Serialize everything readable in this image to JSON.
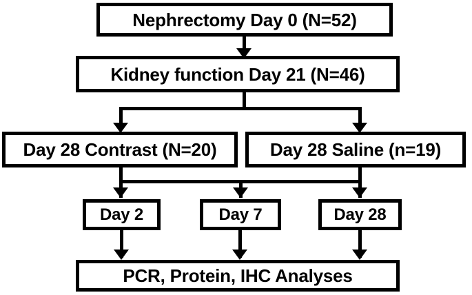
{
  "diagram": {
    "type": "flowchart",
    "orientation": "top-to-bottom",
    "style": {
      "box_fill": "#ffffff",
      "box_border": "#000000",
      "text_color": "#000000",
      "connector_color": "#000000",
      "background": "#ffffff"
    },
    "levels": [
      {
        "level": 1,
        "nodes": [
          {
            "id": "nephrectomy",
            "label": "Nephrectomy Day 0 (N=52)"
          }
        ]
      },
      {
        "level": 2,
        "nodes": [
          {
            "id": "kidney",
            "label": "Kidney function Day 21 (N=46)"
          }
        ]
      },
      {
        "level": 3,
        "nodes": [
          {
            "id": "contrast",
            "label": "Day 28 Contrast (N=20)"
          },
          {
            "id": "saline",
            "label": "Day 28 Saline (n=19)"
          }
        ]
      },
      {
        "level": 4,
        "nodes": [
          {
            "id": "day2",
            "label": "Day 2"
          },
          {
            "id": "day7",
            "label": "Day 7"
          },
          {
            "id": "day28",
            "label": "Day 28"
          }
        ]
      },
      {
        "level": 5,
        "nodes": [
          {
            "id": "analyses",
            "label": "PCR, Protein, IHC Analyses"
          }
        ]
      }
    ],
    "edges": [
      {
        "from": "nephrectomy",
        "to": "kidney",
        "kind": "arrow"
      },
      {
        "from": "kidney",
        "to": "contrast",
        "kind": "split-arrow"
      },
      {
        "from": "kidney",
        "to": "saline",
        "kind": "split-arrow"
      },
      {
        "from": "contrast",
        "to": "day2",
        "kind": "merge-arrow"
      },
      {
        "from": "contrast",
        "to": "day7",
        "kind": "merge-arrow"
      },
      {
        "from": "contrast",
        "to": "day28",
        "kind": "merge-arrow"
      },
      {
        "from": "saline",
        "to": "day2",
        "kind": "merge-arrow"
      },
      {
        "from": "saline",
        "to": "day7",
        "kind": "merge-arrow"
      },
      {
        "from": "saline",
        "to": "day28",
        "kind": "merge-arrow"
      },
      {
        "from": "day2",
        "to": "analyses",
        "kind": "arrow"
      },
      {
        "from": "day7",
        "to": "analyses",
        "kind": "arrow"
      },
      {
        "from": "day28",
        "to": "analyses",
        "kind": "arrow"
      }
    ]
  }
}
